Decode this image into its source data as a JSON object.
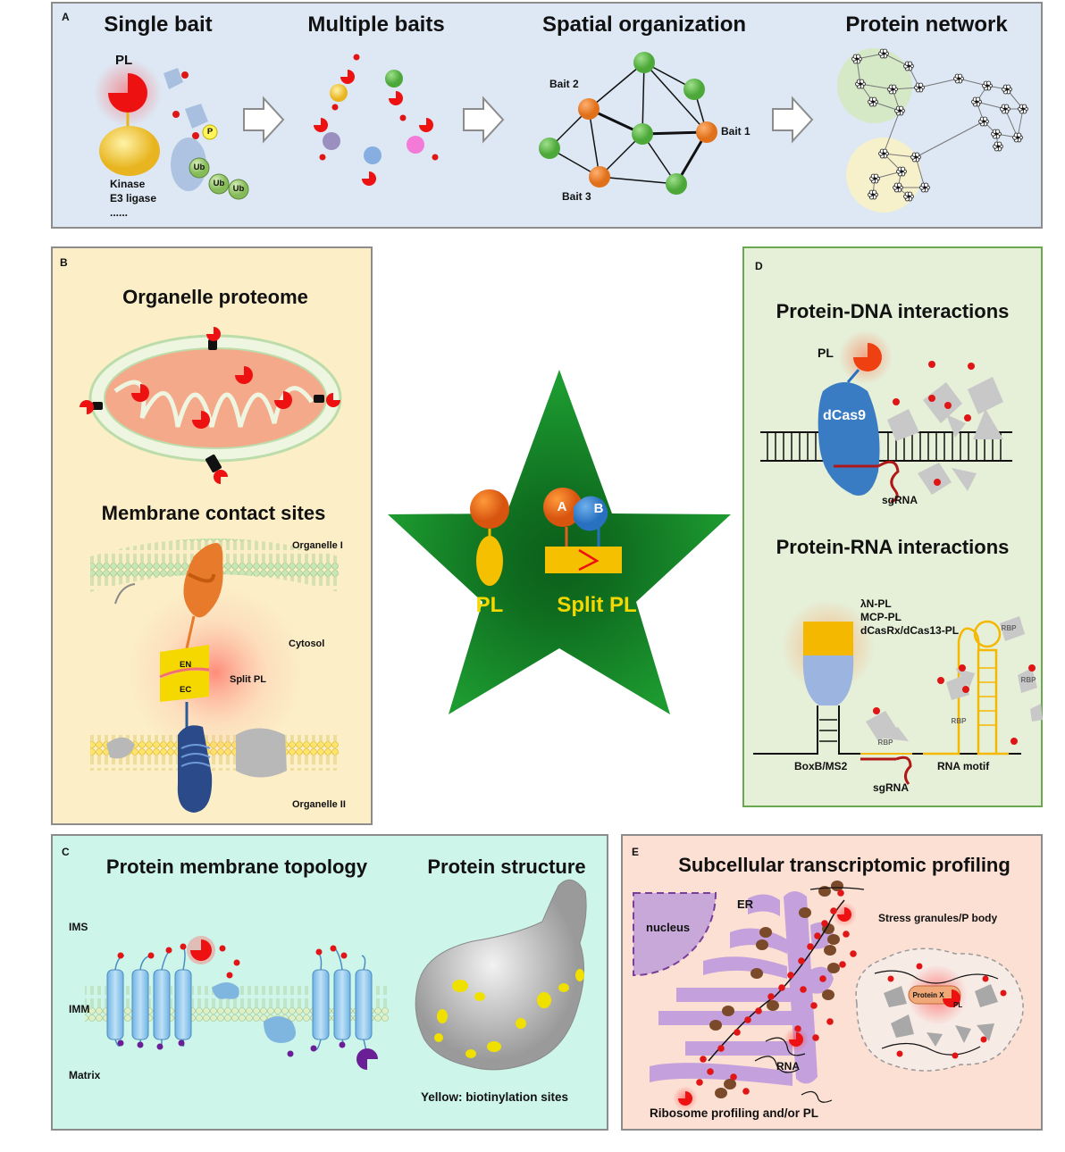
{
  "panel_a": {
    "letter": "A",
    "steps": [
      "Single bait",
      "Multiple baits",
      "Spatial organization",
      "Protein network"
    ],
    "pl": "PL",
    "p": "P",
    "ub": "Ub",
    "bait_types": [
      "Kinase",
      "E3 ligase",
      "......"
    ],
    "baits": [
      "Bait 2",
      "Bait 1",
      "Bait 3"
    ]
  },
  "panel_b": {
    "letter": "B",
    "title1": "Organelle proteome",
    "title2": "Membrane contact sites",
    "organelle1": "Organelle I",
    "cytosol": "Cytosol",
    "en": "EN",
    "ec": "EC",
    "split": "Split PL",
    "organelle2": "Organelle II"
  },
  "center": {
    "pl": "PL",
    "split": "Split PL",
    "a": "A",
    "b": "B"
  },
  "panel_d": {
    "letter": "D",
    "title1": "Protein-DNA interactions",
    "pl": "PL",
    "dcas9": "dCas9",
    "sgrna": "sgRNA",
    "title2": "Protein-RNA interactions",
    "tools": [
      "λN-PL",
      "MCP-PL",
      "dCasRx/dCas13-PL"
    ],
    "rbp": "RBP",
    "boxb": "BoxB/MS2",
    "rna_motif": "RNA motif"
  },
  "panel_c": {
    "letter": "C",
    "title1": "Protein membrane topology",
    "title2": "Protein structure",
    "ims": "IMS",
    "imm": "IMM",
    "matrix": "Matrix",
    "caption": "Yellow: biotinylation sites"
  },
  "panel_e": {
    "letter": "E",
    "title": "Subcellular transcriptomic profiling",
    "nucleus": "nucleus",
    "er": "ER",
    "stress": "Stress granules/P body",
    "protein_x": "Protein X",
    "pl": "PL",
    "rna": "RNA",
    "ribosome": "Ribosome profiling and/or PL"
  },
  "colors": {
    "panel_a_bg": "#dde8f4",
    "panel_b_bg": "#fcefc8",
    "panel_c_bg": "#cef5ea",
    "panel_d_bg": "#e6efd8",
    "panel_e_bg": "#fce0d4",
    "pl_red": "#ee1111",
    "star_green": "#17902b",
    "split_yellow": "#f5d800"
  }
}
